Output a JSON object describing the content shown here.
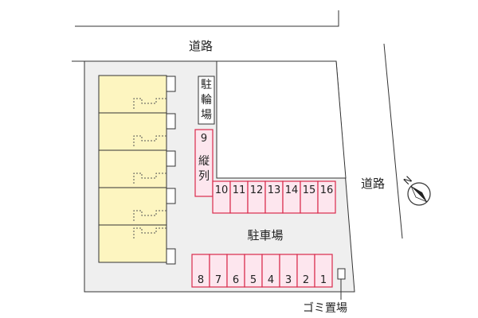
{
  "labels": {
    "road_top": "道路",
    "road_right": "道路",
    "bicycle_parking": [
      "駐",
      "輪",
      "場"
    ],
    "parking_area": "駐車場",
    "garbage": "ゴミ置場",
    "tandem_label": [
      "縦",
      "列"
    ],
    "compass": "N"
  },
  "parking_spaces": {
    "bottom_row": [
      "8",
      "7",
      "6",
      "5",
      "4",
      "3",
      "2",
      "1"
    ],
    "upper_row": [
      "10",
      "11",
      "12",
      "13",
      "14",
      "15",
      "16"
    ],
    "tandem": "9"
  },
  "colors": {
    "lot_fill": "#efefef",
    "building_fill": "#fdf5c0",
    "space_fill": "#fde6ee",
    "space_stroke": "#d92a4c"
  }
}
